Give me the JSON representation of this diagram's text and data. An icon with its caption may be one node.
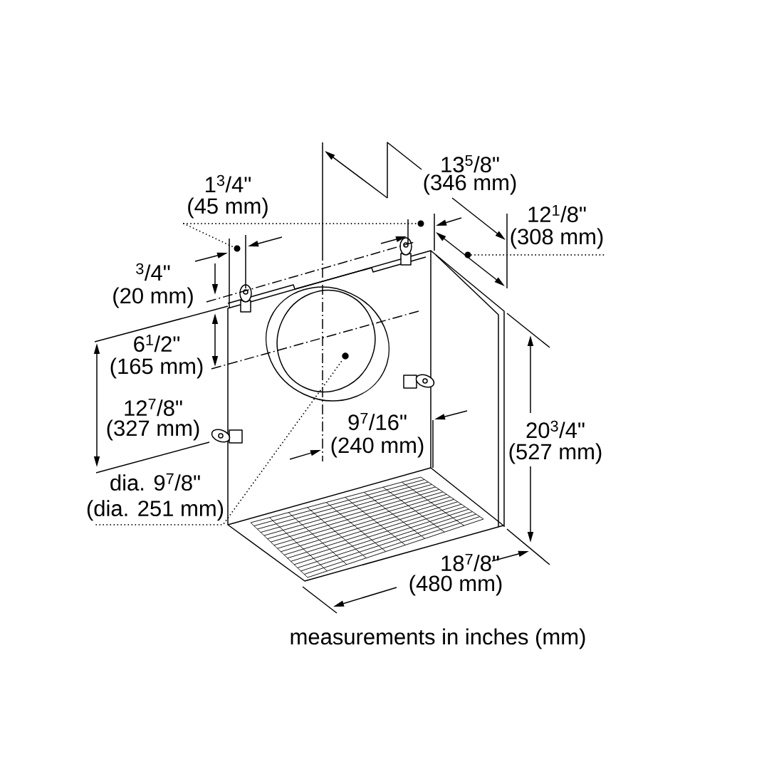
{
  "diagram": {
    "caption": "measurements in inches (mm)",
    "nodes": [
      {
        "text": [
          "dia. 9$^{7}$/8\"",
          "(dia. 251 mm)"
        ]
      },
      {
        "text": [],
        "shape": "circle"
      }
    ],
    "edges": [
      {
        "from": 0,
        "to": 1,
        "arrow": "none",
        "style": "dashed"
      }
    ],
    "labels": [
      "13$^{5}$/8\"",
      "(346 mm)",
      "1$^{3}$/4\"",
      "(45 mm)",
      "12$^{1}$/8\"",
      "(308 mm)",
      "$^{3}$/4\"",
      "(20 mm)",
      "6$^{1}$/2\"",
      "(165 mm)",
      "12$^{7}$/8\"",
      "(327 mm)",
      "9$^{7}$/16\"",
      "(240 mm)",
      "20$^{3}$/4\"",
      "(527 mm)",
      "18$^{7}$/8\"",
      "(480 mm)"
    ]
  }
}
